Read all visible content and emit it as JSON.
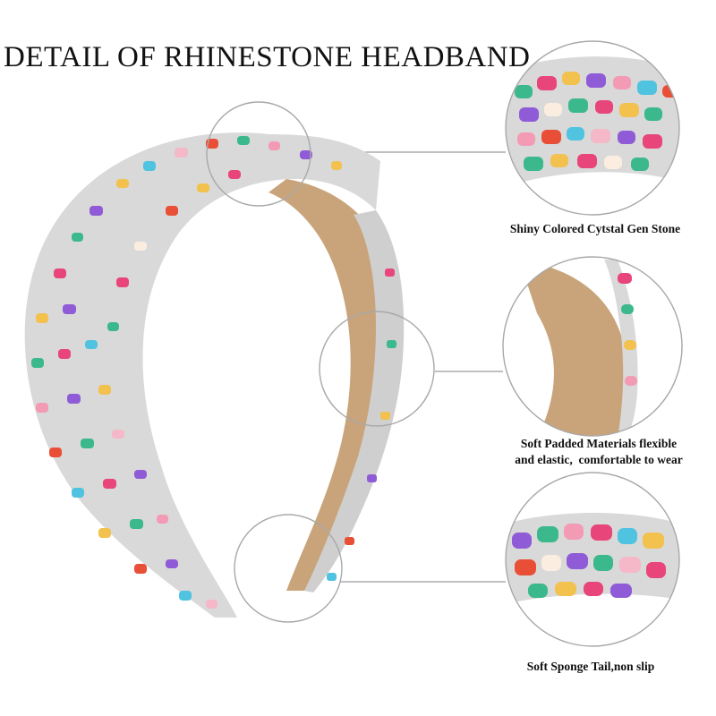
{
  "title": "DETAIL OF RHINESTONE HEADBAND",
  "captions": {
    "detail1": "Shiny Colored Cytstal Gen Stone",
    "detail2_line1": "Soft Padded Materials flexible",
    "detail2_line2": "and elastic,  comfortable to wear",
    "detail3": "Soft Sponge Tail,non slip"
  },
  "colors": {
    "background": "#ffffff",
    "suede": "#c9a47a",
    "rhinestone_base": "#d9d9d9",
    "stones": [
      "#e8457a",
      "#f5b8c8",
      "#3bb98c",
      "#8f5bd6",
      "#f2c14e",
      "#fbeee0",
      "#e94f37",
      "#4fc3e0",
      "#f39bb5",
      "#2e8b57",
      "#ffffff",
      "#f7d9a8"
    ]
  }
}
